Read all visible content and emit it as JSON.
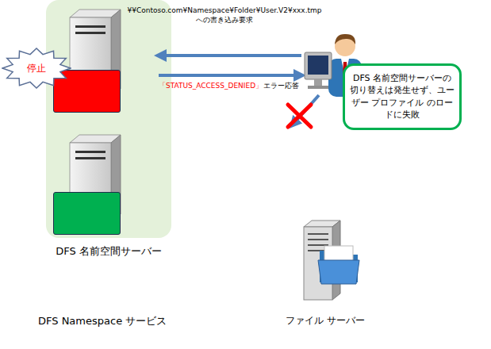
{
  "diagram": {
    "nodes": [
      {
        "text": [
          "DFS 名前空間サーバー"
        ]
      },
      {
        "text": [
          "DFS Namespace サービス"
        ],
        "in": 0
      },
      {
        "text": [
          "DFS Namespace サービス"
        ],
        "in": 0
      },
      {
        "text": [
          "停止"
        ]
      },
      {
        "text": [
          "DFS 名前空間サーバーの切り替えは発生せず、ユーザー プロファイル のロードに失敗"
        ]
      },
      {
        "text": [
          "ファイル サーバー"
        ]
      }
    ],
    "labels": [
      "¥¥Contoso.com¥Namespace¥Folder¥User.V2¥xxx.tmp への書き込み要求",
      "「STATUS_ACCESS_DENIED」",
      "エラー応答"
    ]
  }
}
